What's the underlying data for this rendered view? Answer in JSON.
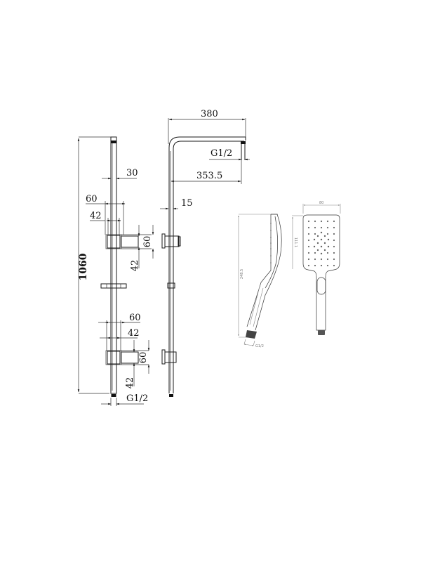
{
  "drawing": {
    "title": "Shower rail set technical drawing",
    "views": [
      "front-elevation",
      "side-elevation",
      "handheld-side",
      "handheld-front"
    ]
  },
  "front_view": {
    "height_label": "1060",
    "rail_width_label": "30",
    "upper_bracket_outer_label": "60",
    "upper_bracket_inner_label": "42",
    "upper_bracket_height_label": "60",
    "upper_bracket_depth_label": "42",
    "lower_bracket_outer_label": "60",
    "lower_bracket_inner_label": "42",
    "lower_bracket_height_label": "60",
    "lower_bracket_depth_label": "42",
    "bottom_thread_label": "G1/2"
  },
  "side_view": {
    "arm_length_label": "380",
    "arm_reach_label": "353.5",
    "head_thread_label": "G1/2",
    "rail_diameter_label": "15"
  },
  "handheld": {
    "side_length_label": "248.5",
    "bottom_thread_label": "G1/2",
    "front_width_label": "80",
    "front_head_height_label": "111.1"
  }
}
